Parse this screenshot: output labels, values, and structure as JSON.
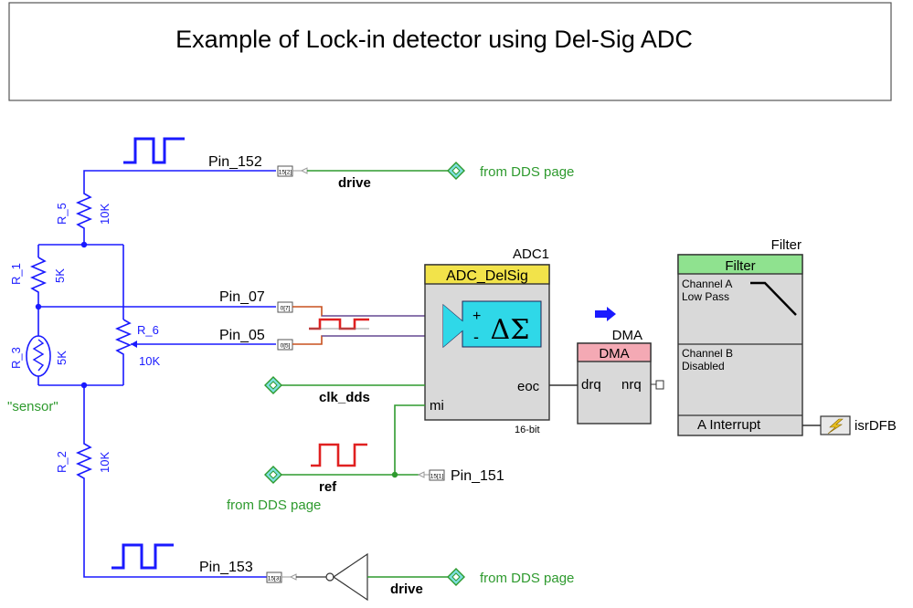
{
  "title": "Example of Lock-in detector using Del-Sig ADC",
  "pins": {
    "p152": "Pin_152",
    "p07": "Pin_07",
    "p05": "Pin_05",
    "p153": "Pin_153",
    "p151": "Pin_151",
    "p152_tag": "15[2]",
    "p07_tag": "0[7]",
    "p05_tag": "0[5]",
    "p153_tag": "15[3]",
    "p151_tag": "15[1]"
  },
  "nets": {
    "drive_top": "drive",
    "drive_bottom": "drive",
    "clk": "clk_dds",
    "ref": "ref"
  },
  "sources": {
    "dds_top": "from DDS page",
    "dds_ref": "from DDS page",
    "dds_bottom": "from DDS page"
  },
  "resistors": {
    "r5": "R_5",
    "r5_val": "10K",
    "r1": "R_1",
    "r1_val": "5K",
    "r6": "R_6",
    "r6_val": "10K",
    "r3": "R_3",
    "r3_val": "5K",
    "r2": "R_2",
    "r2_val": "10K",
    "sensor": "\"sensor\""
  },
  "adc": {
    "instance": "ADC1",
    "name": "ADC_DelSig",
    "symbol": "ΔΣ",
    "plus": "+",
    "minus": "-",
    "eoc": "eoc",
    "mi": "mi",
    "resolution": "16-bit"
  },
  "dma": {
    "instance": "DMA",
    "name": "DMA",
    "drq": "drq",
    "nrq": "nrq"
  },
  "filter": {
    "instance": "Filter",
    "name": "Filter",
    "chanA1": "Channel A",
    "chanA2": "Low Pass",
    "chanB1": "Channel B",
    "chanB2": "Disabled",
    "interrupt": "A Interrupt",
    "isr": "isrDFB"
  },
  "colors": {
    "blue_wire": "#1a1aff",
    "green_wire": "#2e9a2e",
    "orange_wire": "#c8501e",
    "adc_header": "#f2e34a",
    "dma_header": "#f4a9b4",
    "filter_header": "#8fe28f",
    "delta_sigma": "#2fd8e8"
  }
}
